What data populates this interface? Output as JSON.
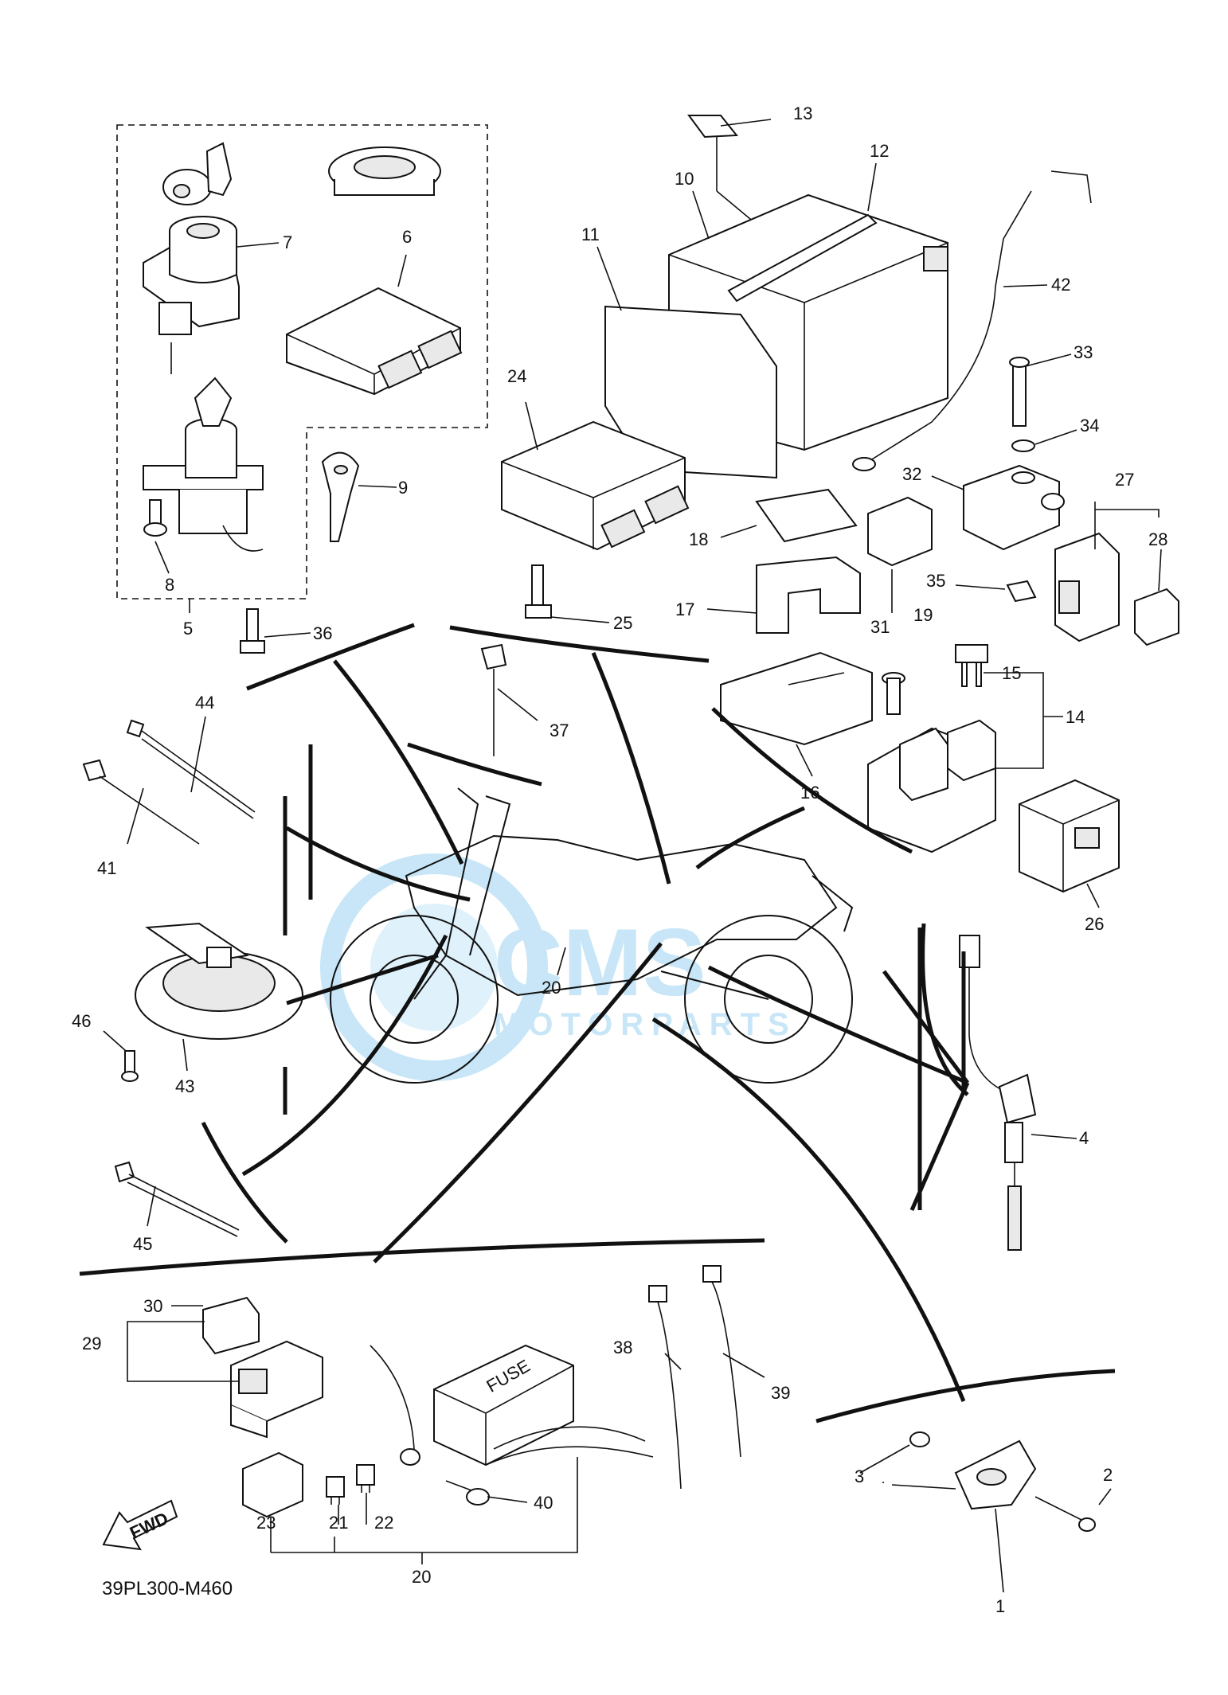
{
  "diagram_code": "39PL300-M460",
  "watermark": {
    "brand": "CMS",
    "sub": "MOTORPARTS"
  },
  "fwd_label": "FWD",
  "fuse_label": "FUSE",
  "callouts": {
    "c1": "1",
    "c2": "2",
    "c3": "3",
    "c4": "4",
    "c5": "5",
    "c6": "6",
    "c7": "7",
    "c8": "8",
    "c9": "9",
    "c10": "10",
    "c11": "11",
    "c12": "12",
    "c13": "13",
    "c14": "14",
    "c15": "15",
    "c16": "16",
    "c17": "17",
    "c18": "18",
    "c19": "19",
    "c20a": "20",
    "c20b": "20",
    "c21": "21",
    "c22": "22",
    "c23": "23",
    "c24": "24",
    "c25": "25",
    "c26": "26",
    "c27": "27",
    "c28": "28",
    "c29": "29",
    "c30": "30",
    "c31": "31",
    "c32": "32",
    "c33": "33",
    "c34": "34",
    "c35": "35",
    "c36": "36",
    "c37": "37",
    "c38": "38",
    "c39": "39",
    "c40": "40",
    "c41": "41",
    "c42": "42",
    "c43": "43",
    "c44": "44",
    "c45": "45",
    "c46": "46"
  }
}
